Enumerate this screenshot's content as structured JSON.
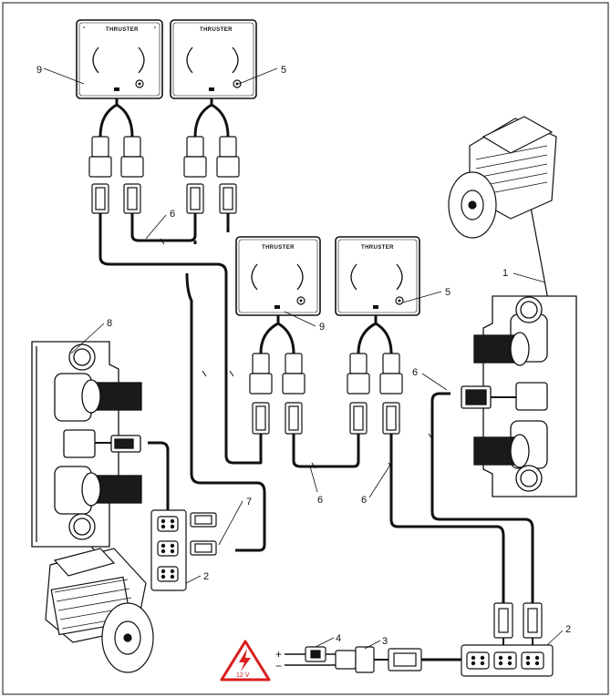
{
  "panel_brand": "THRUSTER",
  "callouts": {
    "c1": "1",
    "c2a": "2",
    "c2b": "2",
    "c3": "3",
    "c4": "4",
    "c5a": "5",
    "c5b": "5",
    "c6a": "6",
    "c6b": "6",
    "c6c": "6",
    "c6d": "6",
    "c7": "7",
    "c8": "8",
    "c9a": "9",
    "c9b": "9"
  },
  "power": {
    "voltage": "12 V",
    "plus": "+",
    "minus": "−"
  },
  "icons": [
    "warning-triangle-icon",
    "lightning-icon"
  ],
  "colors": {
    "line": "#111111",
    "warning": "#d81e1e",
    "fill_dark": "#1a1a1a"
  }
}
